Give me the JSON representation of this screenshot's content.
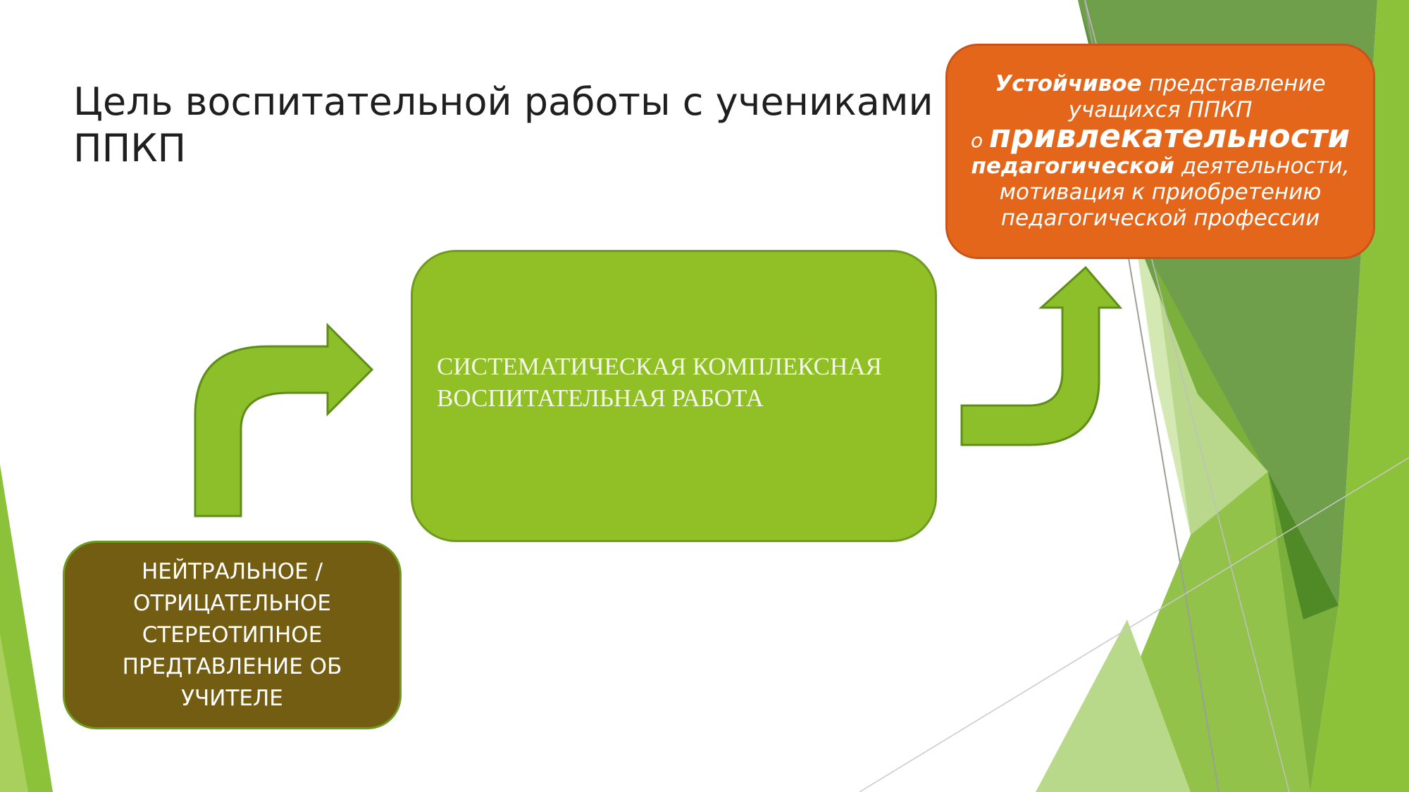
{
  "slide": {
    "title": "Цель воспитательной работы с учениками ППКП"
  },
  "diagram": {
    "start": {
      "label": "НЕЙТРАЛЬНОЕ / ОТРИЦАТЕЛЬНОЕ СТЕРЕОТИПНОЕ ПРЕДТАВЛЕНИЕ ОБ УЧИТЕЛЕ"
    },
    "middle": {
      "label": "СИСТЕМАТИЧЕСКАЯ КОМПЛЕКСНАЯ ВОСПИТАТЕЛЬНАЯ РАБОТА"
    },
    "goal": {
      "part1": "Устойчивое",
      "part2": " представление учащихся ППКП",
      "part3": "о ",
      "part4": "привлекательности",
      "part5": "педагогической",
      "part6": " деятельности, мотивация к приобретению педагогической профессии"
    }
  },
  "colors": {
    "start_box": "#725d12",
    "middle_box": "#91c026",
    "goal_box": "#e4661a",
    "arrow_fill": "#8dbf2a",
    "arrow_stroke": "#5f8d18"
  }
}
